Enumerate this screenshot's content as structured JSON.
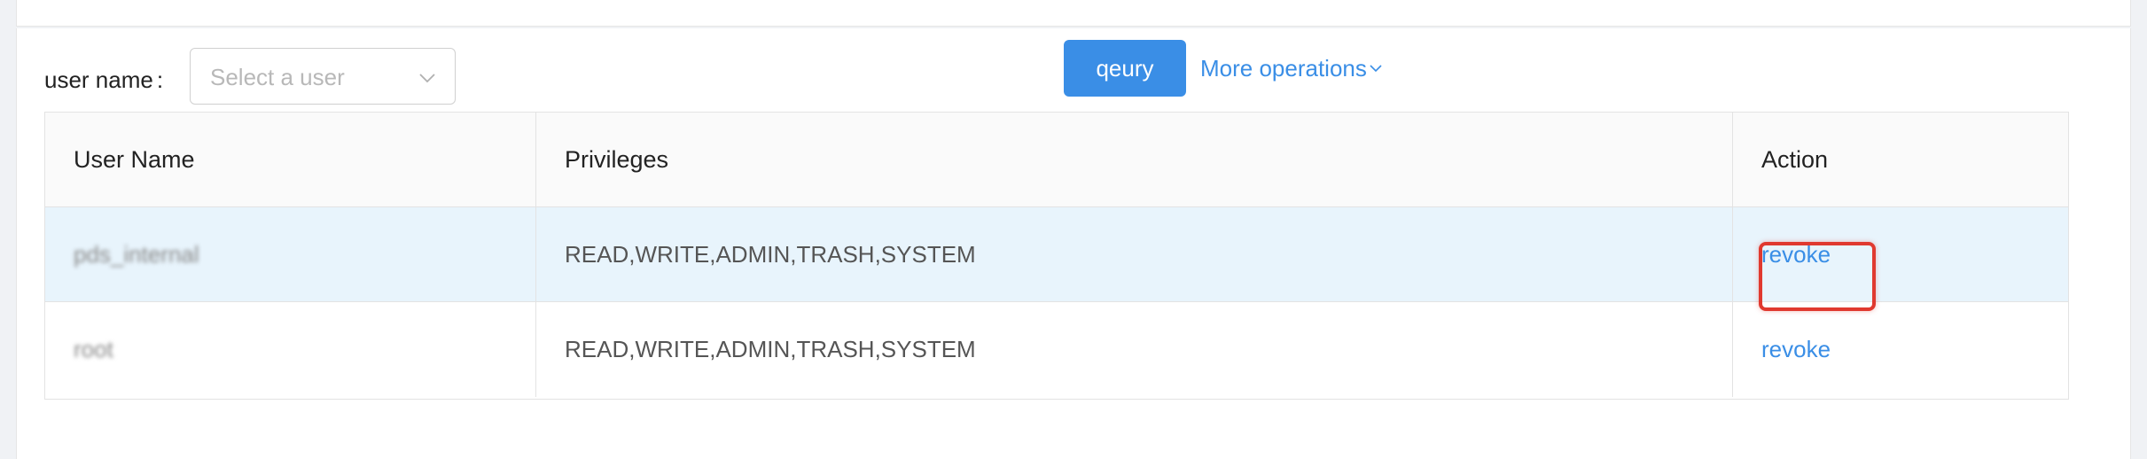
{
  "filter": {
    "user_label": "user name",
    "colon": ":",
    "user_select": {
      "placeholder": "Select a user",
      "icon": "chevron-down-icon"
    },
    "query_button": "qeury",
    "more_operations": "More operations"
  },
  "table": {
    "headers": [
      "User Name",
      "Privileges",
      "Action"
    ],
    "rows": [
      {
        "user_name": "pds_internal",
        "privileges": "READ,WRITE,ADMIN,TRASH,SYSTEM",
        "action": "revoke"
      },
      {
        "user_name": "root",
        "privileges": "READ,WRITE,ADMIN,TRASH,SYSTEM",
        "action": "revoke"
      }
    ]
  },
  "colors": {
    "primary": "#3a8ee6",
    "highlight_row": "#e8f4fc",
    "annotation": "#e0392f"
  }
}
